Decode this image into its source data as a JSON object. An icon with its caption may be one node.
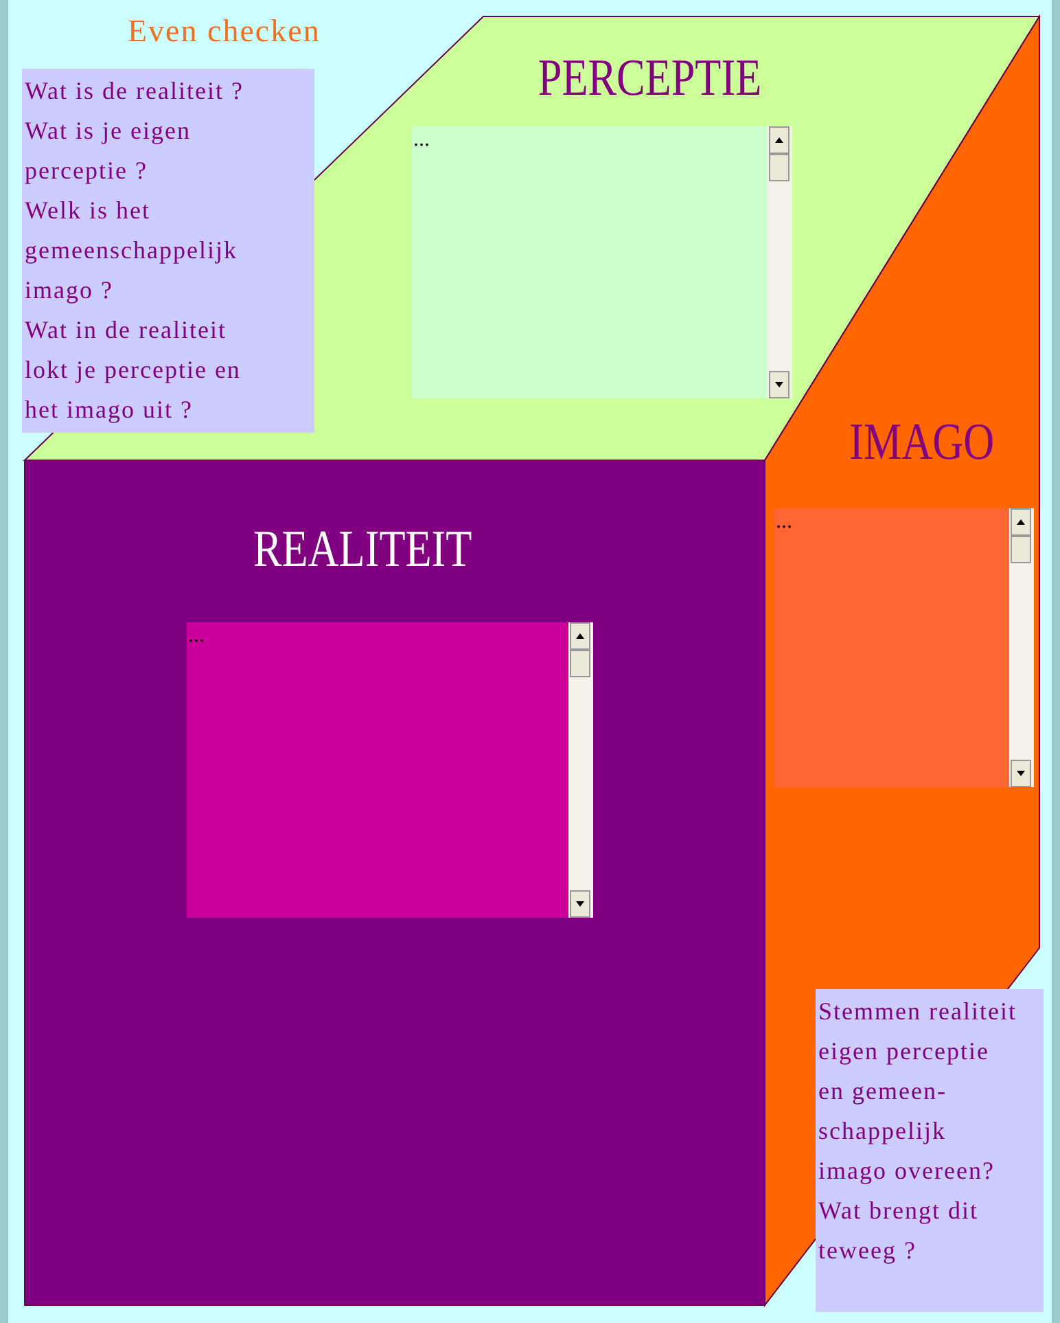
{
  "diagram": {
    "nodes": [
      {
        "text": [
          "PERCEPTIE"
        ]
      },
      {
        "text": [
          "..."
        ],
        "in": 0
      },
      {
        "text": [
          "REALITEIT"
        ]
      },
      {
        "text": [
          "..."
        ],
        "in": 2
      },
      {
        "text": [
          "IMAGO"
        ]
      },
      {
        "text": [
          "..."
        ],
        "in": 4
      },
      {
        "text": [
          "Wat is de realiteit ?",
          "Wat is je eigen perceptie ?",
          "Welk is het gemeenschappelijk imago ?",
          "Wat in de realiteit lokt je perceptie en het imago uit ?"
        ]
      },
      {
        "text": [
          "Stemmen realiteit eigen perceptie en gemeen- schappelijk imago overeen?",
          "Wat brengt dit teweeg ?"
        ]
      }
    ],
    "edges": [],
    "labels": [
      "Even checken"
    ]
  }
}
